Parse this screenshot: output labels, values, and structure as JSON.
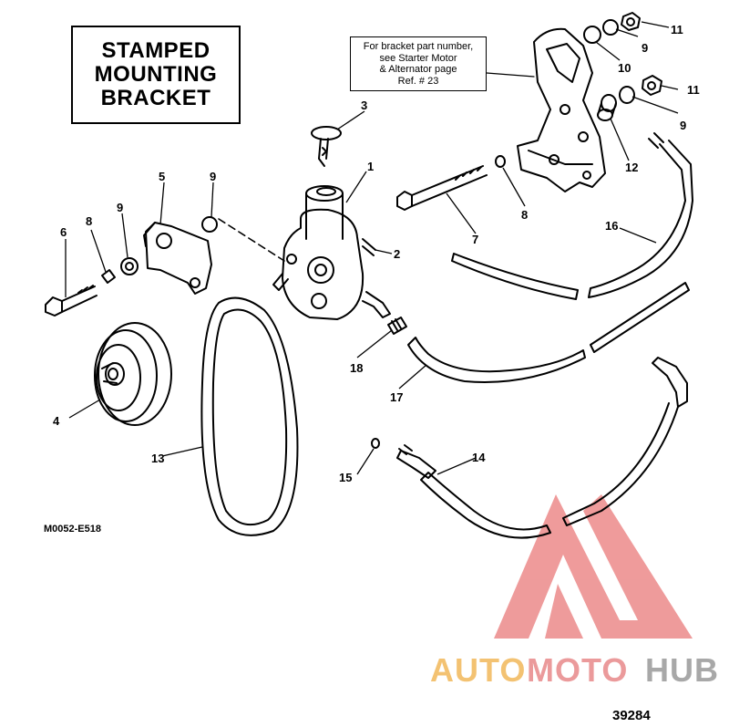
{
  "title_box": {
    "lines": [
      "STAMPED",
      "MOUNTING",
      "BRACKET"
    ]
  },
  "note_box": {
    "lines": [
      "For bracket part number,",
      "see Starter Motor",
      "& Alternator page",
      "Ref. # 23"
    ]
  },
  "ref_code": {
    "prefix": "M0052-",
    "suffix": "E518"
  },
  "figure_number": "39284",
  "callouts": [
    "1",
    "2",
    "3",
    "4",
    "5",
    "6",
    "7",
    "8",
    "8",
    "9",
    "9",
    "9",
    "9",
    "10",
    "11",
    "11",
    "12",
    "13",
    "14",
    "15",
    "16",
    "17",
    "18"
  ],
  "watermark": {
    "part1": "AUTO",
    "part2": "MOTO",
    "part3": "HUB",
    "colors": {
      "auto": "#f2b85a",
      "moto": "#e8898a",
      "hub": "#9a9a9a",
      "triangle": "#ec8a8a"
    }
  }
}
